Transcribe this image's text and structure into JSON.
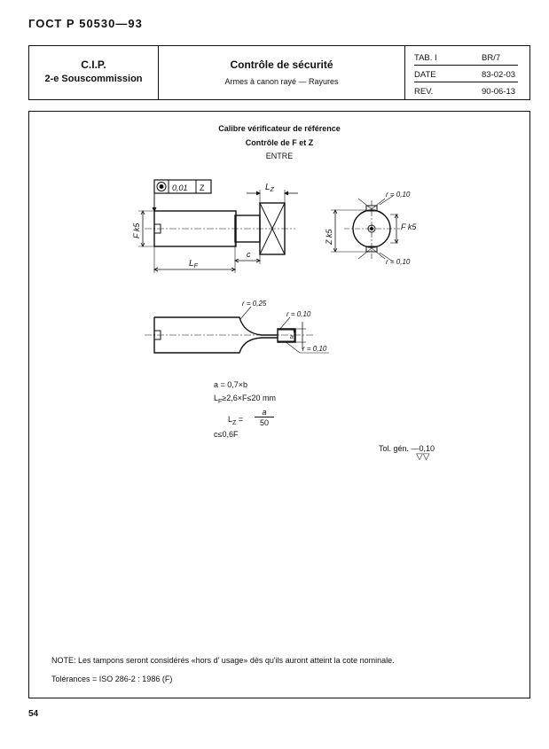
{
  "standard": "ГОСТ Р  50530—93",
  "header": {
    "org": "C.I.P.",
    "subcommittee": "2-e Souscommission",
    "title": "Contrôle de sécurité",
    "subtitle": "Armes à canon rayé — Rayures",
    "meta": [
      {
        "key": "TAB. I",
        "value": "BR/7"
      },
      {
        "key": "DATE",
        "value": "83-02-03"
      },
      {
        "key": "REV.",
        "value": "90-06-13"
      }
    ]
  },
  "figure": {
    "title": "Calibre vérificateur de référence",
    "subtitle": "Contrôle de F et Z",
    "mode": "ENTRE",
    "tolerance_frame": {
      "value": "0,01",
      "datum": "Z"
    },
    "labels": {
      "lz": "L",
      "lz_sub": "Z",
      "lf": "L",
      "lf_sub": "F",
      "c": "c",
      "fk5_left": "F k5",
      "zk5": "Z k5",
      "fk5_right": "F k5",
      "r_top": "r = 0,10",
      "r_bottom": "r = 0,10",
      "r_025": "r = 0,25",
      "r_010_a": "r = 0,10",
      "r_010_b": "r = 0,10",
      "a": "a"
    }
  },
  "formulas": {
    "line1": "a = 0,7×b",
    "line2": "L",
    "line2_sub": "F",
    "line2_rest": "≥2,6×F≤20 mm",
    "line3_lhs": "L",
    "line3_sub": "Z",
    "line3_eq": "=",
    "line3_num": "a",
    "line3_den": "50",
    "line4": "c≤0,6F"
  },
  "tolerance": {
    "label": "Tol. gén.",
    "value": "—0,10",
    "symbol": "▽▽"
  },
  "note": "NOTE: Les tampons seront considérés  «hors d' usage» dès qu'ils auront  atteint la  cote nominale.",
  "tolerances_ref": "Tolérances = ISO 286-2 : 1986 (F)",
  "page_number": "54"
}
